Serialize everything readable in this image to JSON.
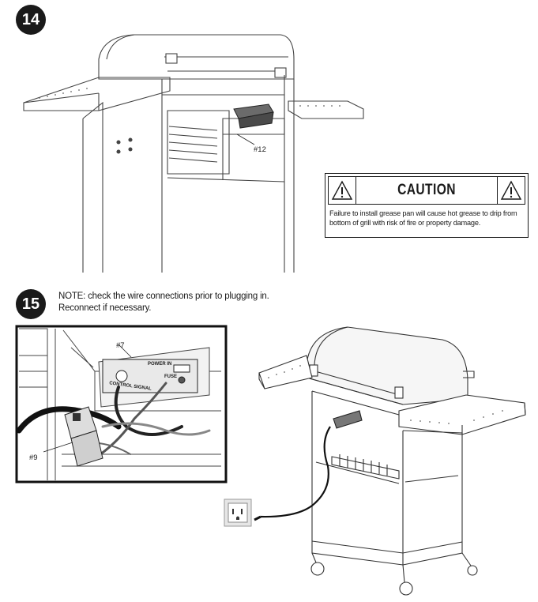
{
  "steps": [
    {
      "number": "14"
    },
    {
      "number": "15"
    }
  ],
  "step14": {
    "part_label": "#12",
    "caution": {
      "title": "CAUTION",
      "text": "Failure to install grease pan will cause hot grease to drip from bottom of grill with risk of fire or property damage.",
      "icon": "warning-triangle-icon"
    }
  },
  "step15": {
    "note_line1": "NOTE: check the wire connections prior to plugging in.",
    "note_line2": "Reconnect if necessary.",
    "callout_7": "#7",
    "callout_9": "#9",
    "panel_power_in": "POWER IN",
    "panel_fuse": "FUSE",
    "panel_control_signal": "CONTROL SIGNAL",
    "outlet_icon": "wall-outlet-icon"
  }
}
